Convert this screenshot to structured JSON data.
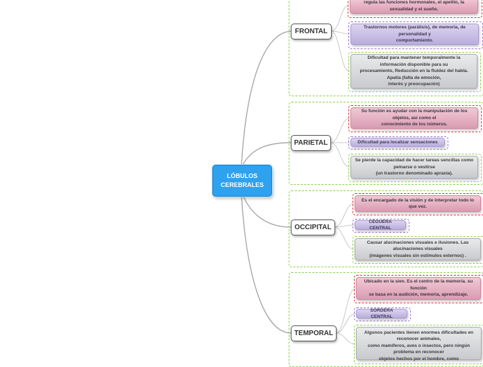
{
  "center": {
    "label": "LÓBULOS\nCEREBRALES"
  },
  "lobes": [
    {
      "label": "FRONTAL",
      "items": [
        "regula las funciones hormonales, el apetito, la sexualidad y el sueño.",
        "Trastornos motores (parálisis), de memoria, de personalidad y\ncomportamiento.",
        "Dificultad para mantener temporalmente la información disponible para su\nprocesamiento, Reducción en la fluidez del habla. Apatía (falta de emoción,\ninterés y preocupación)"
      ]
    },
    {
      "label": "PARIETAL",
      "items": [
        "Su función es ayudar con la manipulación de los objetos, así como el\nconocimiento de los números.",
        "Dificultad para localizar sensaciones",
        "Se pierde la capacidad de hacer tareas sencillas como peinarse o vestirse\n(un trastorno denominado apraxia)."
      ]
    },
    {
      "label": "OCCIPITAL",
      "items": [
        "Es el encargado de la visión y de interpretar todo lo que vez.",
        "CEGUERA CENTRAL",
        "Causar alucinaciones visuales e ilusiones. Las alucinaciones visuales\n(imágenes visuales sin estímulos externos) ."
      ]
    },
    {
      "label": "TEMPORAL",
      "items": [
        "Ubicado en la sien. Es el centro de la memoria. su función\nse basa en la audición, memoria, aprendizaje.",
        "SORDERA CENTRAL",
        "Algunos pacientes tienen enormes dificultades en reconocer animales,\ncomo mamíferos, aves o insectos, pero ningún problema en reconocer\nobjetos hechos por el hombre, como"
      ]
    }
  ]
}
